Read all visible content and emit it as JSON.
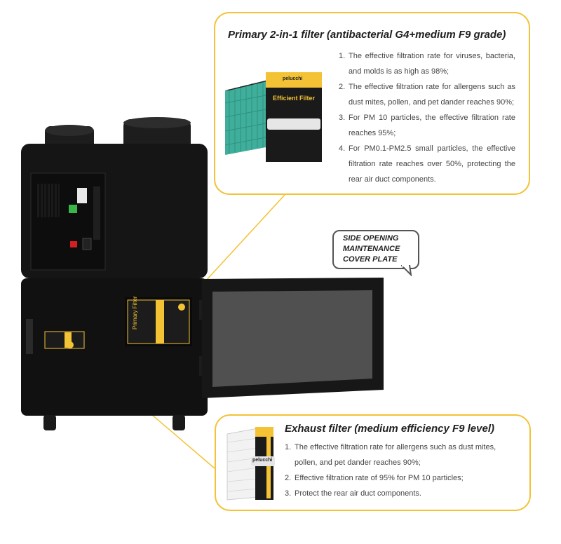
{
  "primary_filter": {
    "title": "Primary 2-in-1 filter (antibacterial G4+medium F9 grade)",
    "items": [
      {
        "num": "1.",
        "text": "The effective filtration rate for viruses, bacteria, and molds is as high as 98%;"
      },
      {
        "num": "2.",
        "text": "The effective filtration rate for allergens such as dust mites, pollen, and pet dander reaches 90%;"
      },
      {
        "num": "3.",
        "text": "For PM 10 particles, the effective filtration rate reaches 95%;"
      },
      {
        "num": "4.",
        "text": "For PM0.1-PM2.5 small particles, the effective filtration rate reaches over 50%, protecting the rear air duct components."
      }
    ],
    "image": {
      "brand": "pelucchi",
      "label": "Efficient Filter"
    }
  },
  "side_cover": {
    "label": "SIDE OPENING\nMAINTENANCE\nCOVER PLATE"
  },
  "exhaust_filter": {
    "title": "Exhaust filter (medium efficiency F9 level)",
    "items": [
      {
        "num": "1.",
        "text": "The effective filtration rate for allergens such as dust mites, pollen, and pet dander reaches 90%;"
      },
      {
        "num": "2.",
        "text": "Effective filtration rate of 95% for PM 10 particles;"
      },
      {
        "num": "3.",
        "text": "Protect the rear air duct components."
      }
    ],
    "image": {
      "brand": "pelucchi"
    }
  },
  "machine": {
    "filter_label": "Primary Filter"
  },
  "colors": {
    "accent": "#f3c235",
    "body": "#161616",
    "mesh": "#3fae9a"
  }
}
